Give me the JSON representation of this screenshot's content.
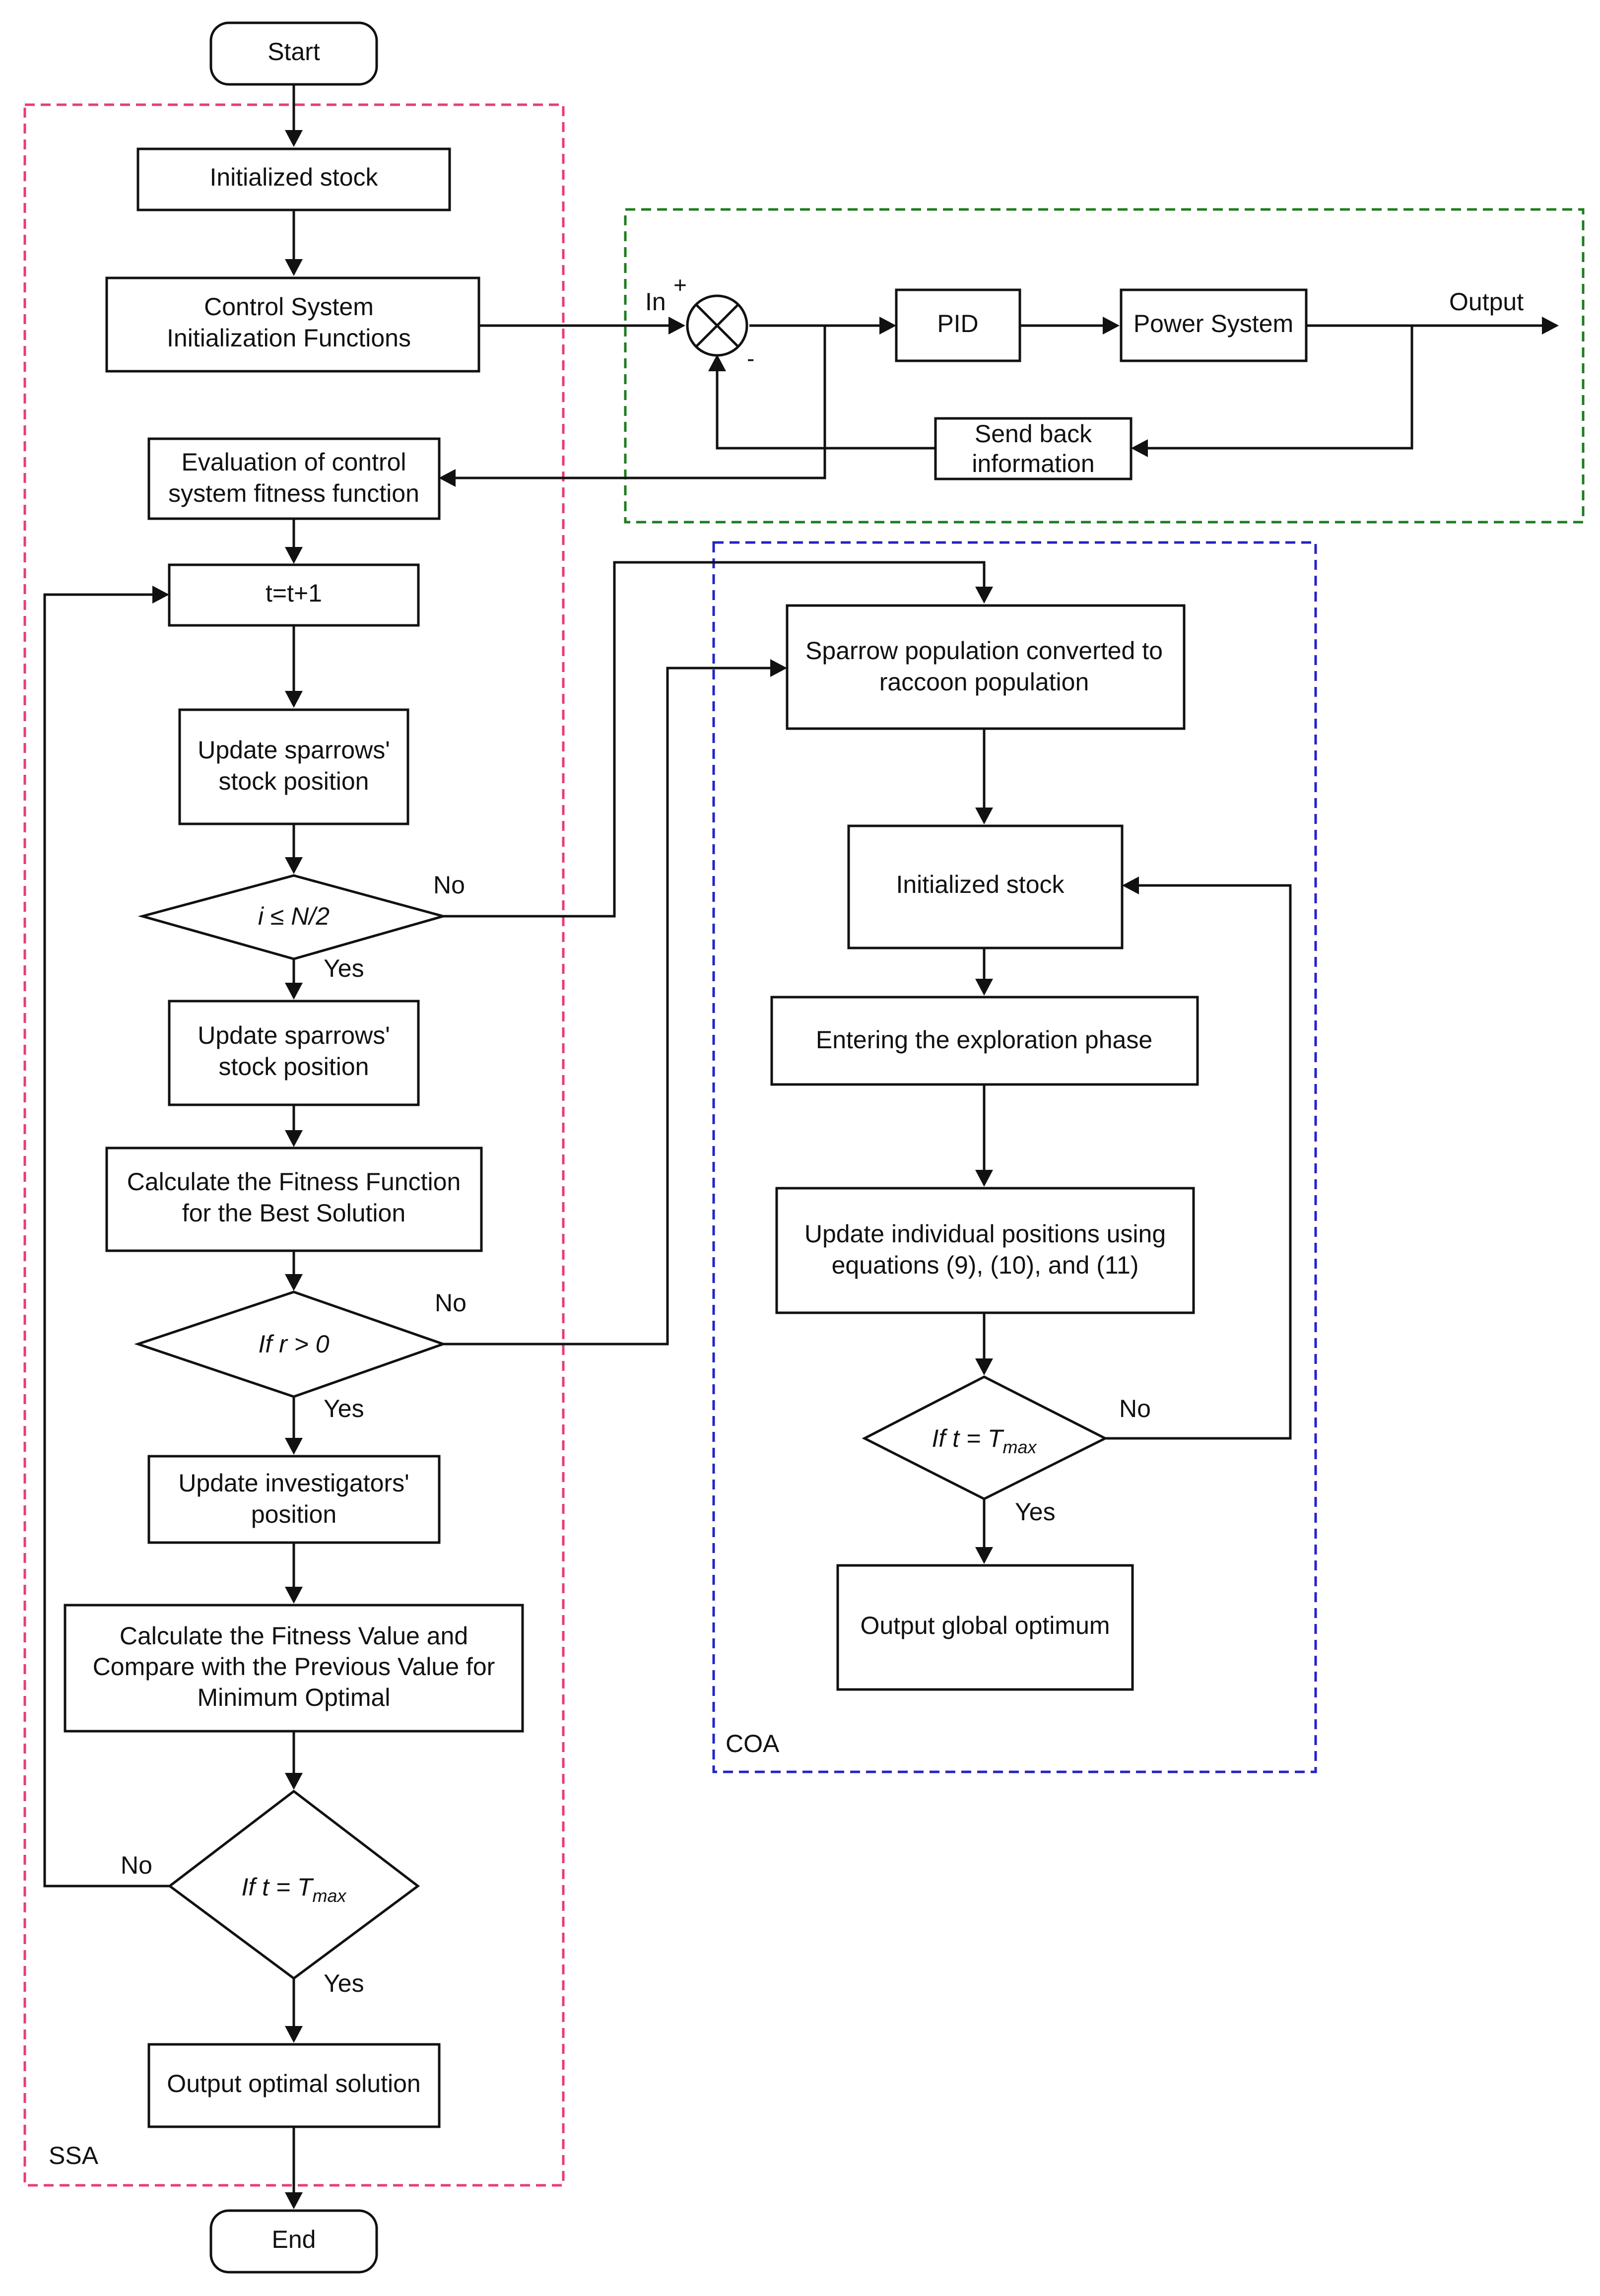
{
  "colors": {
    "ssa_border": "#ea3a7c",
    "control_border": "#1e7d1e",
    "coa_border": "#2323c8",
    "stroke": "#111111"
  },
  "regions": {
    "ssa": "SSA",
    "coa": "COA"
  },
  "nodes": {
    "start": "Start",
    "end": "End",
    "ssa_init_stock": "Initialized stock",
    "control_init_1": "Control System",
    "control_init_2": "Initialization Functions",
    "eval_1": "Evaluation of control",
    "eval_2": "system fitness function",
    "t_increment": "t=t+1",
    "update_sparrows_1a": "Update sparrows'",
    "update_sparrows_1b": "stock position",
    "cond_i": "i ≤ N/2",
    "update_sparrows_2a": "Update sparrows'",
    "update_sparrows_2b": "stock position",
    "calc_fitness_1": "Calculate the  Fitness Function",
    "calc_fitness_2": "for the Best Solution",
    "cond_r": "If r > 0",
    "update_investigators_1": "Update investigators'",
    "update_investigators_2": "position",
    "calc_value_1": "Calculate the Fitness Value and",
    "calc_value_2": "Compare  with the Previous Value for",
    "calc_value_3": "Minimum Optimal",
    "ssa_cond_t_main": "If t = T",
    "ssa_cond_t_sub": "max",
    "output_optimal": "Output optimal solution",
    "pid": "PID",
    "power_system": "Power System",
    "send_back_1": "Send back",
    "send_back_2": "information",
    "sparrow_converted_1": "Sparrow population converted to",
    "sparrow_converted_2": "raccoon population",
    "coa_init_stock": "Initialized stock",
    "exploration": "Entering the exploration phase",
    "update_individual_1": "Update individual positions using",
    "update_individual_2": "equations (9), (10), and (11)",
    "coa_cond_t_main": "If t = T",
    "coa_cond_t_sub": "max",
    "output_global": "Output global optimum"
  },
  "edge_labels": {
    "in": "In",
    "output": "Output",
    "plus": "+",
    "minus": "-",
    "cond_i_no": "No",
    "cond_i_yes": "Yes",
    "cond_r_no": "No",
    "cond_r_yes": "Yes",
    "ssa_t_no": "No",
    "ssa_t_yes": "Yes",
    "coa_t_no": "No",
    "coa_t_yes": "Yes"
  }
}
